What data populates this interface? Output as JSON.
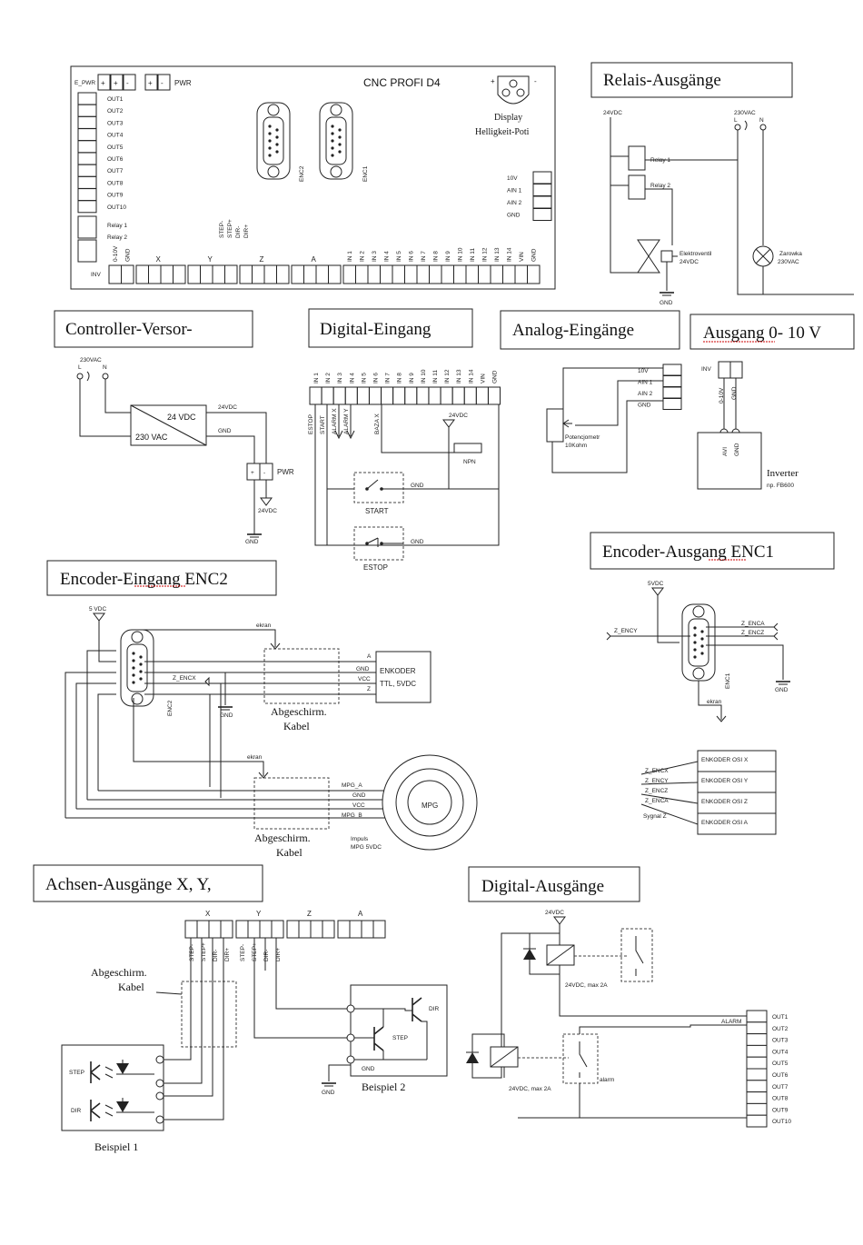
{
  "board": {
    "title": "CNC PROFI D4",
    "e_pwr": "E_PWR",
    "pwr": "PWR",
    "outputs": [
      "OUT1",
      "OUT2",
      "OUT3",
      "OUT4",
      "OUT5",
      "OUT6",
      "OUT7",
      "OUT8",
      "OUT9",
      "OUT10"
    ],
    "relays": [
      "Relay 1",
      "Relay 2"
    ],
    "step_dir": [
      "STEP-",
      "STEP+",
      "DIR-",
      "DIR+"
    ],
    "enc2": "ENC2",
    "enc1": "ENC1",
    "display_l1": "Display",
    "display_l2": "Helligkeit-Poti",
    "analog": [
      "10V",
      "AIN 1",
      "AIN 2",
      "GND"
    ],
    "bottom_left": [
      "0-10V",
      "GND"
    ],
    "axes": [
      "X",
      "Y",
      "Z",
      "A"
    ],
    "inputs": [
      "IN 1",
      "IN 2",
      "IN 3",
      "IN 4",
      "IN 5",
      "IN 6",
      "IN 7",
      "IN 8",
      "IN 9",
      "IN 10",
      "IN 11",
      "IN 12",
      "IN 13",
      "IN 14",
      "VIN",
      "GND"
    ],
    "inv": "INV"
  },
  "relais": {
    "title": "Relais-Ausgänge",
    "v24": "24VDC",
    "v230": "230VAC",
    "ln": [
      "L",
      "N"
    ],
    "relay1": "Relay 1",
    "relay2": "Relay 2",
    "valve_l1": "Elektroventil",
    "valve_l2": "24VDC",
    "lamp_l1": "Zarowka",
    "lamp_l2": "230VAC",
    "gnd": "GND"
  },
  "versor": {
    "title": "Controller-Versor-",
    "v230": "230VAC",
    "ln": [
      "L",
      "N"
    ],
    "top": "24 VDC",
    "bottom": "230 VAC",
    "out": "24VDC",
    "gnd_label": "GND",
    "pwr": "PWR",
    "out2": "24VDC",
    "gnd": "GND"
  },
  "dig_in": {
    "title": "Digital-Eingang",
    "pins": [
      "IN 1",
      "IN 2",
      "IN 3",
      "IN 4",
      "IN 5",
      "IN 6",
      "IN 7",
      "IN 8",
      "IN 9",
      "IN 10",
      "IN 11",
      "IN 12",
      "IN 13",
      "IN 14",
      "VIN",
      "GND"
    ],
    "funcs": [
      "ESTOP",
      "START",
      "ALARM X",
      "ALARM Y",
      "BAZA X"
    ],
    "v24": "24VDC",
    "npn": "NPN",
    "gnd1": "GND",
    "gnd2": "GND",
    "start": "START",
    "estop": "ESTOP"
  },
  "analog": {
    "title": "Analog-Eingänge",
    "pins": [
      "10V",
      "AIN 1",
      "AIN 2",
      "GND"
    ],
    "pot_l1": "Potencjometr",
    "pot_l2": "10Kohm"
  },
  "ausgang": {
    "title": "Ausgang 0- 10 V",
    "inv": "INV",
    "pins": [
      "0-10V",
      "GND"
    ],
    "inv_pins": [
      "AVI",
      "GND"
    ],
    "inverter": "Inverter",
    "model": "np. FB600"
  },
  "enc2": {
    "title": "Encoder-Eingang ENC2",
    "v5": "5 VDC",
    "ekran1": "ekran",
    "pin_a": "A",
    "pin_gnd": "GND",
    "pin_vcc": "VCC",
    "pin_z": "Z",
    "z_encx": "Z_ENCX",
    "enkoder_l1": "ENKODER",
    "enkoder_l2": "TTL, 5VDC",
    "gnd": "GND",
    "shield_l1": "Abgeschirm.",
    "shield_l2": "Kabel",
    "ekran2": "ekran",
    "mpg_a": "MPG_A",
    "mpg_gnd": "GND",
    "mpg_vcc": "VCC",
    "mpg_b": "MPG_B",
    "mpg": "MPG",
    "shield2_l1": "Abgeschirm.",
    "shield2_l2": "Kabel",
    "impuls_l1": "Impuls",
    "impuls_l2": "MPG 5VDC",
    "enc2": "ENC2"
  },
  "enc1": {
    "title": "Encoder-Ausgang ENC1",
    "v5": "5VDC",
    "z_ency": "Z_ENCY",
    "z_enca": "Z_ENCA",
    "z_encz": "Z_ENCZ",
    "gnd": "GND",
    "ekran": "ekran",
    "enc1": "ENC1",
    "osi": [
      "ENKODER OSI X",
      "ENKODER OSI Y",
      "ENKODER OSI Z",
      "ENKODER OSI A"
    ],
    "zlist": [
      "Z_ENCX",
      "Z_ENCY",
      "Z_ENCZ",
      "Z_ENCA"
    ],
    "sygnal": "Sygnal Z"
  },
  "achsen": {
    "title": "Achsen-Ausgänge X, Y,",
    "axes": [
      "X",
      "Y",
      "Z",
      "A"
    ],
    "pins": [
      "STEP-",
      "STEP+",
      "DIR-",
      "DIR+"
    ],
    "shield_l1": "Abgeschirm.",
    "shield_l2": "Kabel",
    "step": "STEP",
    "dir": "DIR",
    "b1": "Beispiel 1",
    "step2": "STEP",
    "dir2": "DIR",
    "gnd": "GND",
    "gnd2": "GND",
    "b2": "Beispiel 2"
  },
  "dig_out": {
    "title": "Digital-Ausgänge",
    "v24": "24VDC",
    "r1": "24VDC, max 2A",
    "r2": "24VDC, max 2A",
    "alarm_in": "ALARM",
    "alarm": "alarm",
    "outputs": [
      "OUT1",
      "OUT2",
      "OUT3",
      "OUT4",
      "OUT5",
      "OUT6",
      "OUT7",
      "OUT8",
      "OUT9",
      "OUT10"
    ]
  }
}
